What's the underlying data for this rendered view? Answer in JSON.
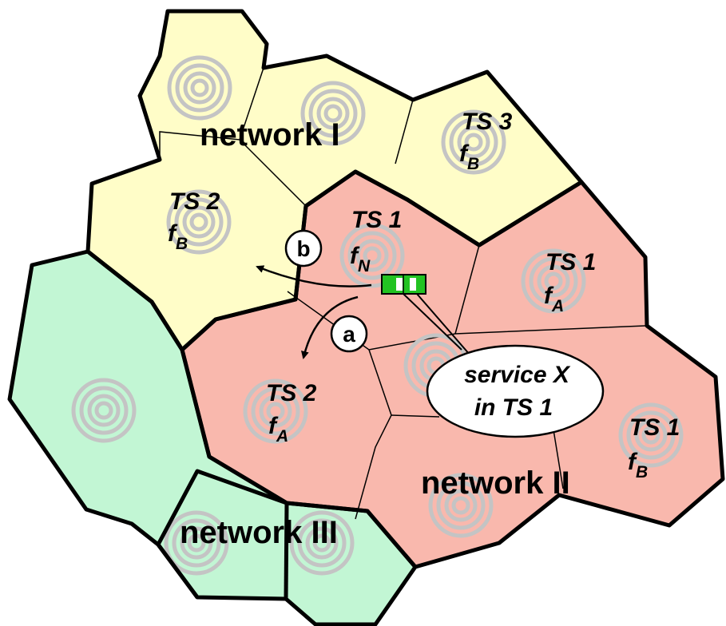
{
  "colors": {
    "network_I": "#fffdc8",
    "network_II": "#f9b8ad",
    "network_III": "#c2f6d4",
    "service_box": "#22c322",
    "ring": "#c4c4c4"
  },
  "networks": {
    "n1": "network I",
    "n2": "network II",
    "n3": "network III"
  },
  "cells": {
    "ts3": {
      "ts": "TS 3",
      "f": "f",
      "sub": "B"
    },
    "ts2_top": {
      "ts": "TS 2",
      "f": "f",
      "sub": "B"
    },
    "ts1_center": {
      "ts": "TS 1",
      "f": "f",
      "sub": "N"
    },
    "ts1_right": {
      "ts": "TS 1",
      "f": "f",
      "sub": "A"
    },
    "ts2_bottom": {
      "ts": "TS 2",
      "f": "f",
      "sub": "A"
    },
    "ts1_far": {
      "ts": "TS 1",
      "f": "f",
      "sub": "B"
    }
  },
  "markers": {
    "a": "a",
    "b": "b"
  },
  "callout": {
    "line1": "service X",
    "line2": "in TS 1"
  },
  "icons": {
    "service": "service-box-icon",
    "transmitter": "concentric-rings-icon",
    "handover_arrow": "arrow-icon"
  }
}
